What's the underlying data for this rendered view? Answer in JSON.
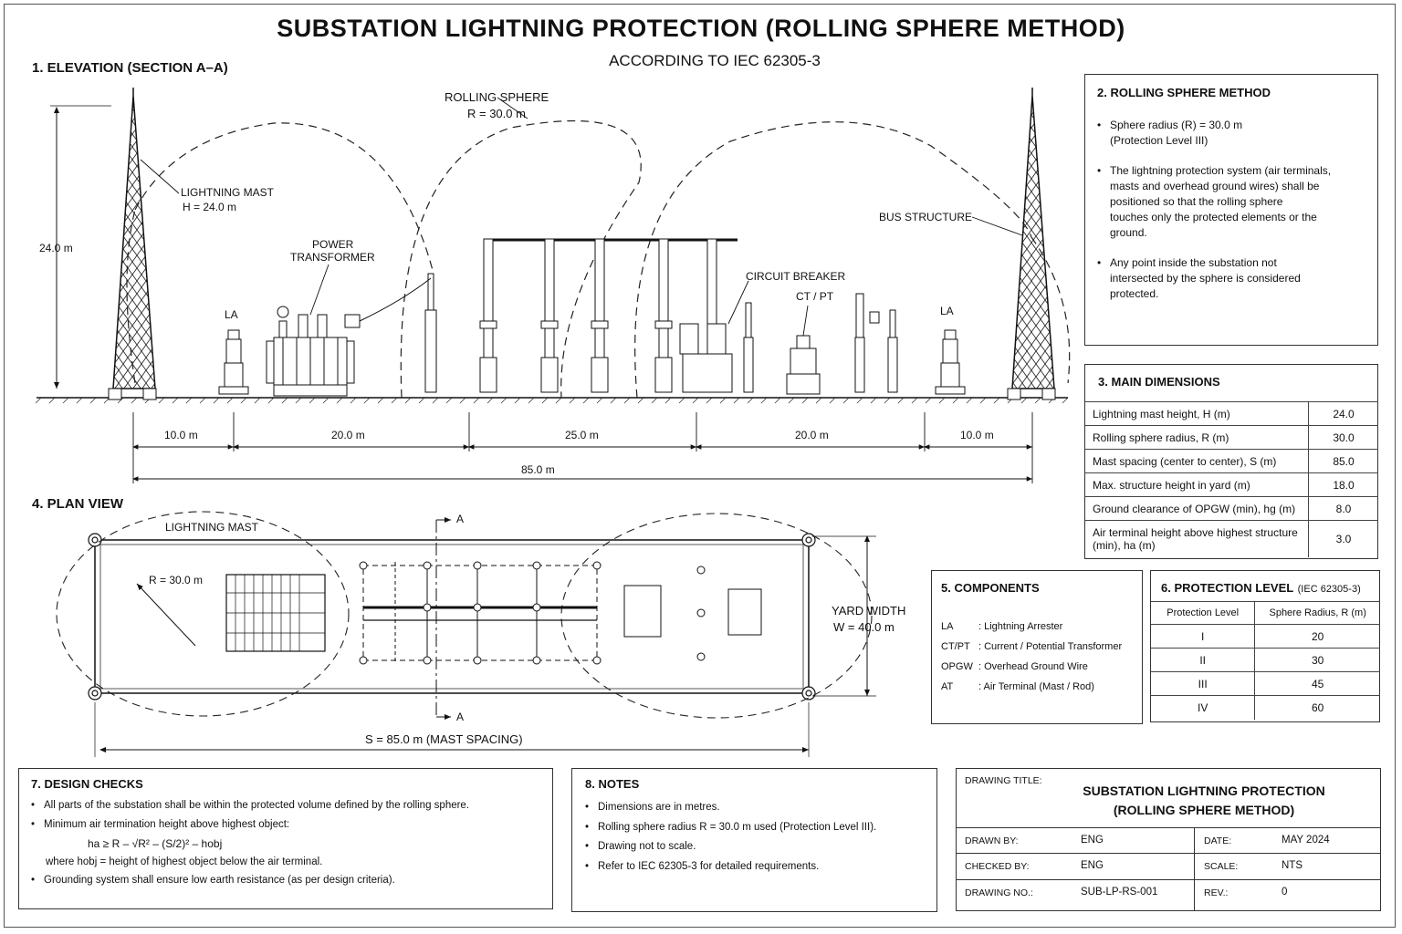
{
  "title": "SUBSTATION LIGHTNING PROTECTION (ROLLING SPHERE METHOD)",
  "subtitle": "ACCORDING TO IEC 62305-3",
  "elevation": {
    "heading": "1.  ELEVATION (SECTION A–A)",
    "height_label": "24.0 m",
    "rolling_sphere": "ROLLING SPHERE",
    "sphere_radius": "R = 30.0 m",
    "lightning_mast": "LIGHTNING MAST",
    "mast_height": "H = 24.0 m",
    "power": "POWER",
    "transformer": "TRANSFORMER",
    "la_left": "LA",
    "la_right": "LA",
    "bus_structure": "BUS STRUCTURE",
    "circuit_breaker": "CIRCUIT BREAKER",
    "ct_pt": "CT / PT",
    "dims": [
      "10.0 m",
      "20.0 m",
      "25.0 m",
      "20.0 m",
      "10.0 m"
    ],
    "total": "85.0 m"
  },
  "plan": {
    "heading": "4.  PLAN VIEW",
    "lightning_mast": "LIGHTNING MAST",
    "radius": "R = 30.0 m",
    "section_a_top": "A",
    "section_a_bottom": "A",
    "yard_width": "YARD WIDTH",
    "width_value": "W = 40.0 m",
    "spacing": "S = 85.0 m  (MAST SPACING)"
  },
  "method": {
    "heading": "2.  ROLLING SPHERE METHOD",
    "b1_line1": "Sphere radius (R)  = 30.0 m",
    "b1_line2": "(Protection Level III)",
    "b2_lines": [
      "The lightning protection system (air terminals,",
      "masts and overhead ground wires) shall be",
      "positioned so that the rolling sphere",
      "touches only the protected elements or the",
      "ground."
    ],
    "b3_lines": [
      "Any point inside the substation not",
      "intersected by the sphere is considered",
      "protected."
    ]
  },
  "dimensions": {
    "heading": "3.  MAIN DIMENSIONS",
    "rows": [
      {
        "label": "Lightning mast height, H (m)",
        "value": "24.0"
      },
      {
        "label": "Rolling sphere radius, R (m)",
        "value": "30.0"
      },
      {
        "label": "Mast spacing (center to center), S (m)",
        "value": "85.0"
      },
      {
        "label": "Max. structure height in yard (m)",
        "value": "18.0"
      },
      {
        "label": "Ground clearance of OPGW (min), hg (m)",
        "value": "8.0"
      },
      {
        "label": "Air terminal height above highest structure (min), ha (m)",
        "value": "3.0"
      }
    ]
  },
  "components": {
    "heading": "5.  COMPONENTS",
    "items": [
      {
        "abbr": "LA",
        "desc": ": Lightning Arrester"
      },
      {
        "abbr": "CT/PT",
        "desc": ": Current / Potential Transformer"
      },
      {
        "abbr": "OPGW",
        "desc": ": Overhead Ground Wire"
      },
      {
        "abbr": "AT",
        "desc": ": Air Terminal (Mast / Rod)"
      }
    ]
  },
  "protection": {
    "heading": "6.  PROTECTION LEVEL",
    "heading_note": "(IEC 62305-3)",
    "col1": "Protection Level",
    "col2": "Sphere Radius, R (m)",
    "rows": [
      {
        "level": "I",
        "radius": "20"
      },
      {
        "level": "II",
        "radius": "30"
      },
      {
        "level": "III",
        "radius": "45"
      },
      {
        "level": "IV",
        "radius": "60"
      }
    ]
  },
  "checks": {
    "heading": "7.  DESIGN CHECKS",
    "c1": "All parts of the substation shall be within the protected volume defined by the rolling sphere.",
    "c2": "Minimum air termination height above highest object:",
    "formula": "ha  ≥  R –   √R² – (S/2)² – hobj",
    "where": "where hobj  = height of highest object below the air terminal.",
    "c3": "Grounding system shall ensure low earth resistance (as per design criteria)."
  },
  "notes": {
    "heading": "8.  NOTES",
    "items": [
      "Dimensions are in metres.",
      "Rolling sphere radius R = 30.0 m used (Protection Level III).",
      "Drawing not to scale.",
      "Refer to IEC 62305-3 for detailed requirements."
    ]
  },
  "titleblock": {
    "drawing_title_label": "DRAWING TITLE:",
    "title_line1": "SUBSTATION LIGHTNING PROTECTION",
    "title_line2": "(ROLLING SPHERE METHOD)",
    "drawn_by_label": "DRAWN BY:",
    "drawn_by": "ENG",
    "date_label": "DATE:",
    "date": "MAY 2024",
    "checked_by_label": "CHECKED BY:",
    "checked_by": "ENG",
    "scale_label": "SCALE:",
    "scale": "NTS",
    "drawing_no_label": "DRAWING NO.:",
    "drawing_no": "SUB-LP-RS-001",
    "rev_label": "REV.:",
    "rev": "0"
  }
}
